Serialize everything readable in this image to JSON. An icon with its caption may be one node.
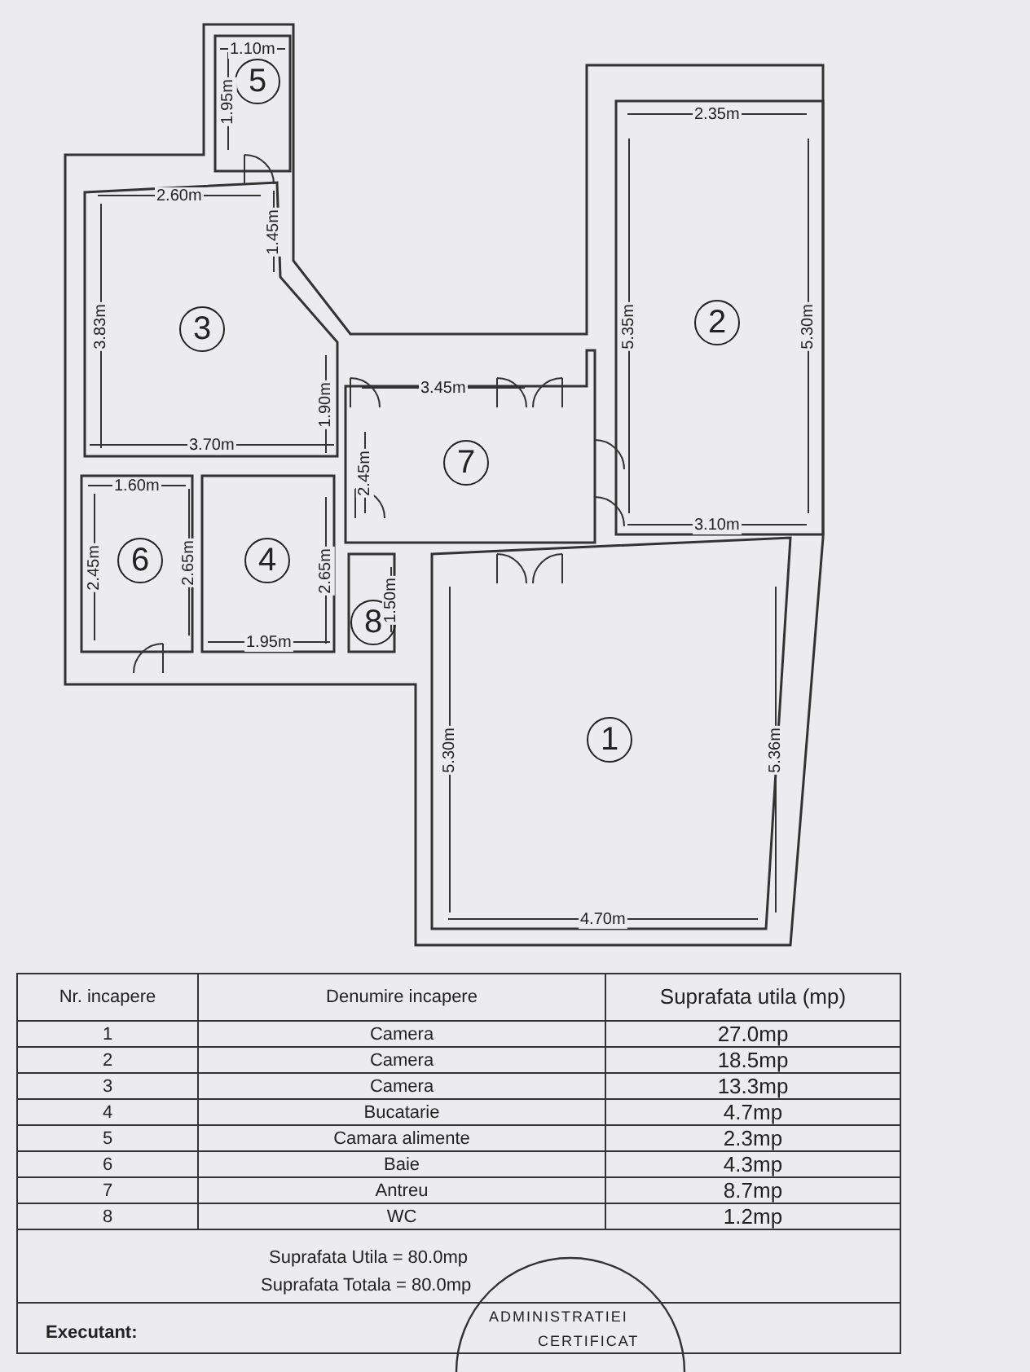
{
  "diagram": {
    "nodes": [
      {
        "text": [
          "1"
        ]
      },
      {
        "text": [
          "2"
        ]
      },
      {
        "text": [
          "3"
        ]
      },
      {
        "text": [
          "4"
        ]
      },
      {
        "text": [
          "5"
        ]
      },
      {
        "text": [
          "6"
        ]
      },
      {
        "text": [
          "7"
        ]
      },
      {
        "text": [
          "8"
        ]
      }
    ],
    "labels": [
      "1.10m",
      "1.95m",
      "2.35m",
      "2.60m",
      "1.45m",
      "3.83m",
      "5.35m",
      "5.30m",
      "3.45m",
      "1.90m",
      "3.70m",
      "2.45m",
      "1.60m",
      "2.45m",
      "2.65m",
      "2.65m",
      "1.50m",
      "3.10m",
      "1.95m",
      "5.30m",
      "5.36m",
      "4.70m",
      "Nr. incapere",
      "Denumire incapere",
      "Suprafata utila (mp)",
      "1",
      "Camera",
      "27.0mp",
      "2",
      "Camera",
      "18.5mp",
      "3",
      "Camera",
      "13.3mp",
      "4",
      "Bucatarie",
      "4.7mp",
      "5",
      "Camara alimente",
      "2.3mp",
      "6",
      "Baie",
      "4.3mp",
      "7",
      "Antreu",
      "8.7mp",
      "8",
      "WC",
      "1.2mp",
      "Suprafata Utila = 80.0mp",
      "Suprafata Totala = 80.0mp",
      "Executant:",
      "ADMINISTRATIEI",
      "CERTIFICAT"
    ]
  }
}
